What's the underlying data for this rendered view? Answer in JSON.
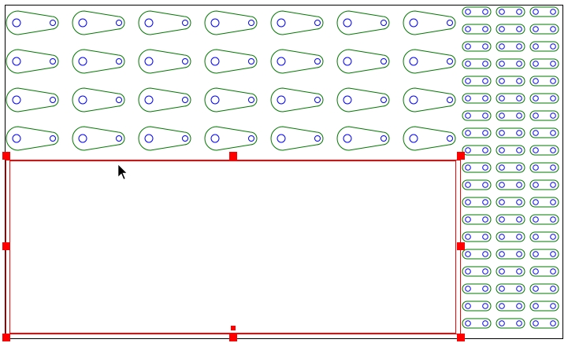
{
  "canvas": {
    "background": "#ffffff",
    "border_color": "#000000"
  },
  "nesting_layout": {
    "large_parts": {
      "columns": 7,
      "rows": 4,
      "outline_color": "#007700",
      "hole_color": "#0000ff"
    },
    "small_links": {
      "columns": 3,
      "rows": 19,
      "outline_color": "#007700",
      "hole_color": "#0000ff"
    }
  },
  "selection": {
    "frame_color": "#ff0000",
    "handle_color": "#ff0000",
    "state": "selected"
  },
  "cursor": {
    "icon": "arrow-pointer-icon"
  },
  "watermark": {
    "text": ""
  }
}
